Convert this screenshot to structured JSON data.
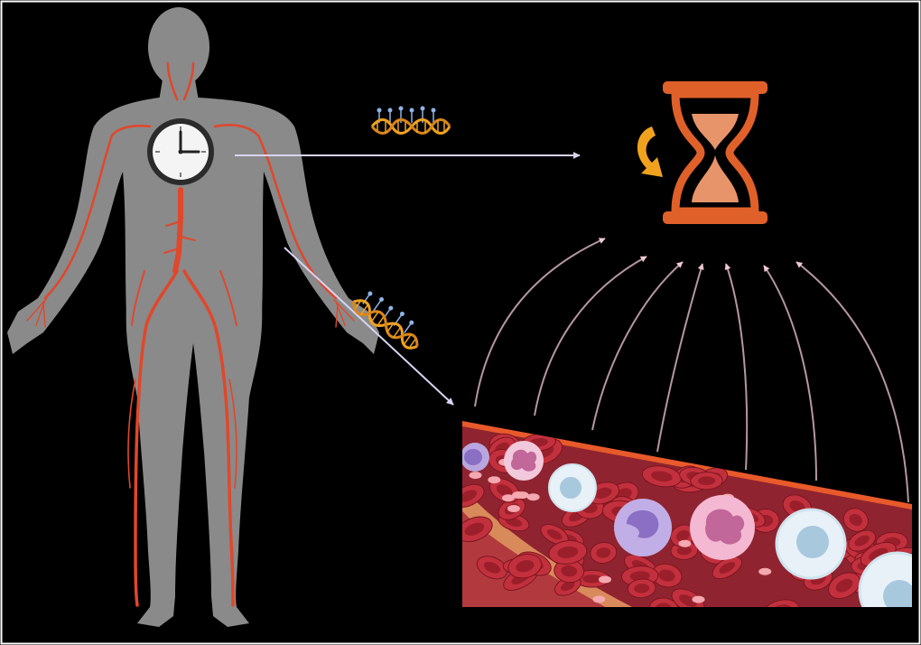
{
  "figure": {
    "background": "#000000",
    "frame_color": "#ffffff",
    "body_color": "#8a8a8a",
    "artery_color": "#e0472b",
    "arrow_color": "#d9d3f2",
    "curved_arrow_color": "#f1c9d4",
    "hourglass_color": "#e0602a",
    "sand_color": "#e8946a",
    "dna_color": "#f0a21f",
    "methyl_color": "#8db4e6"
  },
  "icons": {
    "body": "human-body-circulation-icon",
    "clock": "clock-icon",
    "hourglass": "hourglass-icon",
    "rotate": "rotate-arrow-icon",
    "dna": "methylated-dna-icon",
    "blood": "blood-vessel-cells-icon"
  },
  "clock": {
    "hour_hand": "12",
    "minute_hand": "3"
  },
  "blood_vessel": {
    "cells": [
      "red-blood-cell",
      "lymphocyte",
      "neutrophil",
      "monocyte",
      "eosinophil",
      "platelet"
    ]
  }
}
